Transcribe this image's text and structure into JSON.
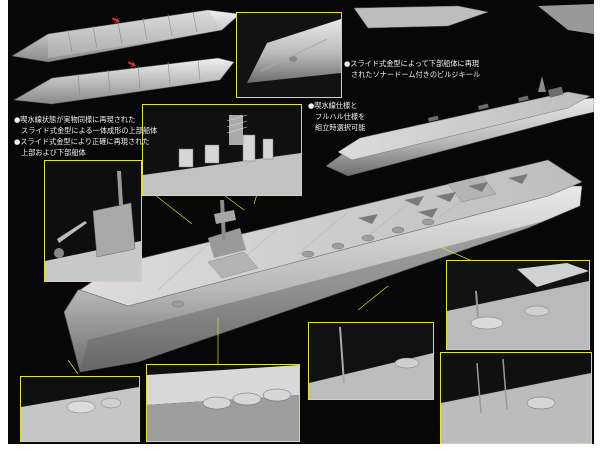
{
  "colors": {
    "background": "#070707",
    "frame": "#ffffff",
    "inset_border": "#e2e03a",
    "hull_light": "#d9d9d9",
    "hull_shadow": "#7a7a7a",
    "deck": "#cfcfcf",
    "arrow": "#d8342a"
  },
  "annotations": {
    "sonar": {
      "bullet": "●",
      "line1": "スライド式金型によって下部船体に再現",
      "line2": "されたソナードーム付きのビルジキール"
    },
    "waterline": {
      "bullet": "●",
      "line1": "喫水線仕様と",
      "line2": "フルハル仕様を",
      "line3": "組立時選択可能"
    },
    "hull_parts": {
      "bullet1": "●",
      "line1": "喫水線状態が実物同様に再現された",
      "line2": "スライド式金型による一体成形の上部船体",
      "bullet2": "●",
      "line3": "スライド式金型により正確に再現された",
      "line4": "上部および下部船体"
    }
  },
  "icons": [
    "red-arrow-icon",
    "red-arrow-icon"
  ]
}
